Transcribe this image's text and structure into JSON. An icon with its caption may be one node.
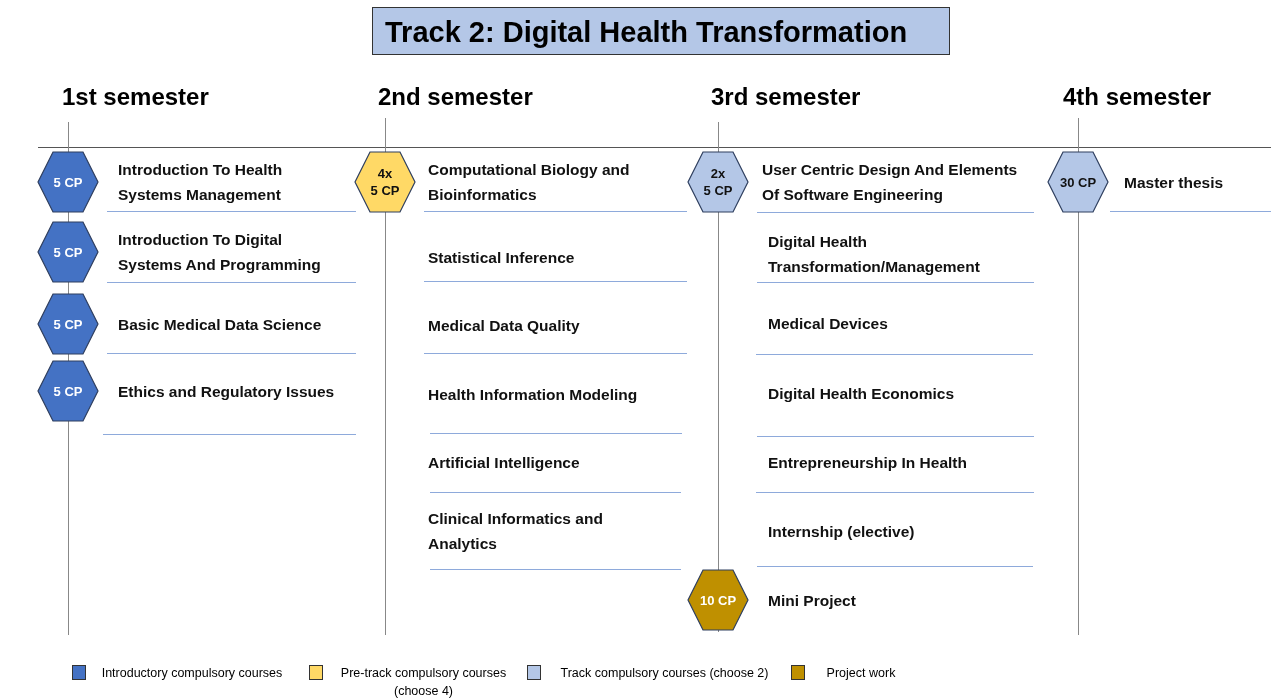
{
  "diagram": {
    "title": "Track 2: Digital Health Transformation",
    "nodes": [
      {
        "text": [
          "5 CP"
        ],
        "beside": [
          "Introduction To Health Systems Management"
        ]
      },
      {
        "text": [
          "5 CP"
        ],
        "beside": [
          "Introduction To Digital Systems And Programming"
        ]
      },
      {
        "text": [
          "5 CP"
        ],
        "beside": [
          "Basic Medical Data Science"
        ]
      },
      {
        "text": [
          "5 CP"
        ],
        "beside": [
          "Ethics and Regulatory Issues"
        ]
      },
      {
        "text": [
          "4x 5 CP"
        ],
        "beside": [
          "Computational Biology and Bioinformatics"
        ]
      },
      {
        "text": [
          "2x 5 CP"
        ],
        "beside": [
          "User Centric Design And Elements Of Software Engineering"
        ]
      },
      {
        "text": [
          "10 CP"
        ],
        "beside": [
          "Mini Project"
        ]
      },
      {
        "text": [
          "30 CP"
        ],
        "beside": [
          "Master thesis"
        ]
      }
    ],
    "labels": [
      "1st semester",
      "2nd semester",
      "3rd semester",
      "4th semester",
      "Statistical Inference",
      "Medical Data Quality",
      "Health Information Modeling",
      "Artificial Intelligence",
      "Clinical Informatics and Analytics",
      "Digital Health Transformation/Management",
      "Medical Devices",
      "Digital Health Economics",
      "Entrepreneurship In Health",
      "Internship (elective)"
    ],
    "legend": [
      {
        "text": "Introductory compulsory courses",
        "color": "#4472c4"
      },
      {
        "text": "Pre-track compulsory courses (choose 4)",
        "color": "#ffd966"
      },
      {
        "text": "Track compulsory courses (choose 2)",
        "color": "#b4c7e7"
      },
      {
        "text": "Project work",
        "color": "#bf9000"
      }
    ]
  }
}
